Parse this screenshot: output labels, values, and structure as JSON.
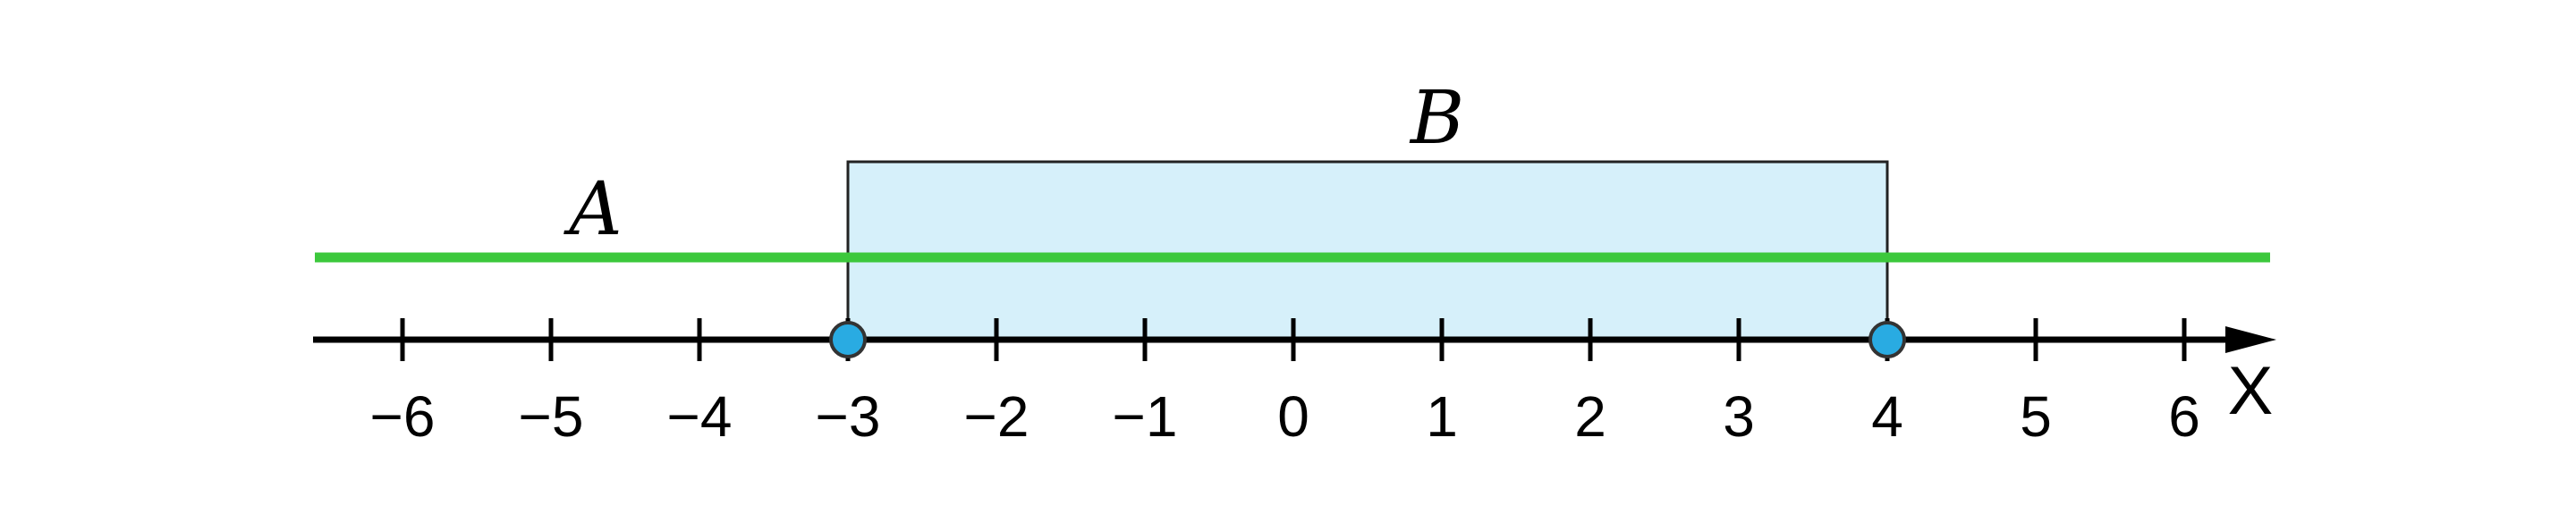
{
  "number_line": {
    "axis_label": "X",
    "ticks": [
      {
        "value": -6,
        "label": "−6"
      },
      {
        "value": -5,
        "label": "−5"
      },
      {
        "value": -4,
        "label": "−4"
      },
      {
        "value": -3,
        "label": "−3"
      },
      {
        "value": -2,
        "label": "−2"
      },
      {
        "value": -1,
        "label": "−1"
      },
      {
        "value": 0,
        "label": "0"
      },
      {
        "value": 1,
        "label": "1"
      },
      {
        "value": 2,
        "label": "2"
      },
      {
        "value": 3,
        "label": "3"
      },
      {
        "value": 4,
        "label": "4"
      },
      {
        "value": 5,
        "label": "5"
      },
      {
        "value": 6,
        "label": "6"
      }
    ]
  },
  "set_a": {
    "label": "A",
    "color": "#3cc83c",
    "extends": "entire line"
  },
  "set_b": {
    "label": "B",
    "from": -3,
    "to": 4,
    "fill_color": "#d6f0fa",
    "border_color": "#222222"
  },
  "endpoints": [
    {
      "value": -3,
      "style": "closed",
      "color": "#29abe2"
    },
    {
      "value": 4,
      "style": "closed",
      "color": "#29abe2"
    }
  ]
}
